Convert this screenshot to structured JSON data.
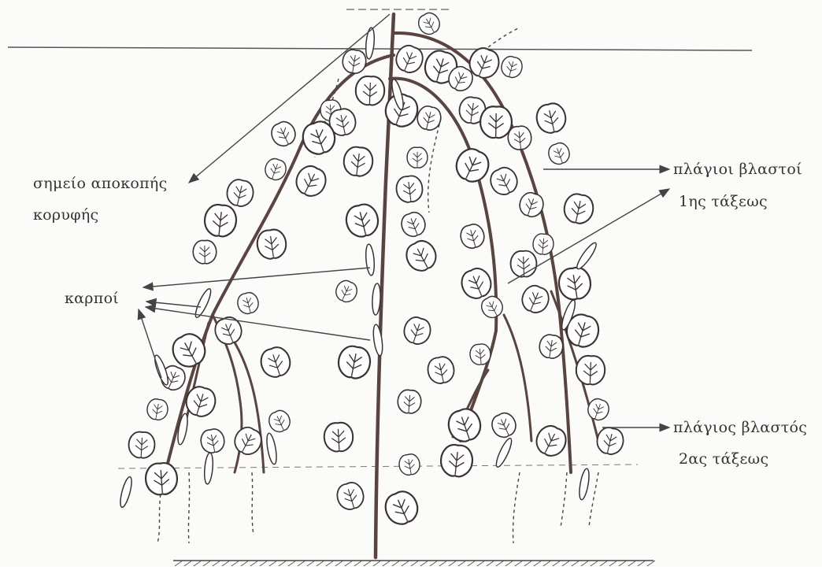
{
  "labels": {
    "top_cut_line1": "σημείο αποκοπής",
    "top_cut_line2": "κορυφής",
    "fruits": "καρποί",
    "primary_shoots_line1": "πλάγιοι βλαστοί",
    "primary_shoots_line2": "1ης τάξεως",
    "secondary_shoot_line1": "πλάγιος βλαστός",
    "secondary_shoot_line2": "2ας τάξεως"
  },
  "colors": {
    "stem": "#5a4440",
    "ink": "#333333",
    "background": "#fbfbfa"
  }
}
